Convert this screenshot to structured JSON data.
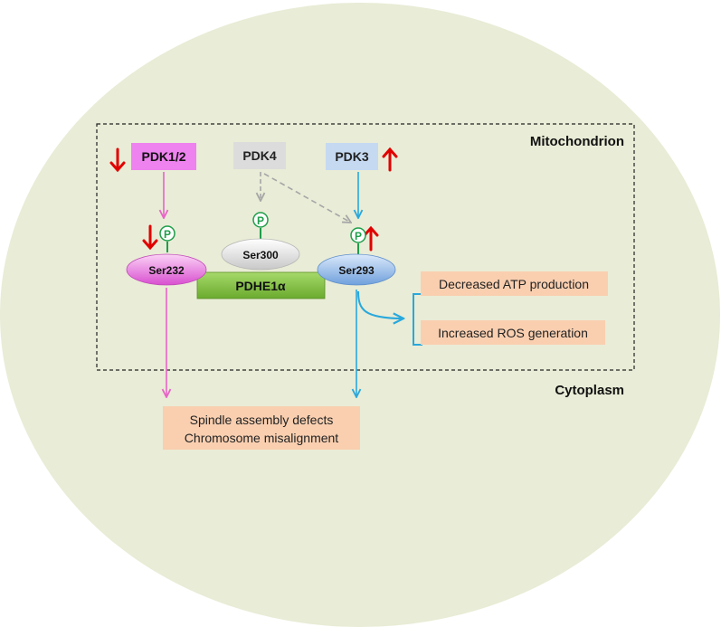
{
  "labels": {
    "mitochondrion": "Mitochondrion",
    "cytoplasm": "Cytoplasm",
    "pdk12": "PDK1/2",
    "pdk4": "PDK4",
    "pdk3": "PDK3",
    "pdhe1a": "PDHE1α",
    "ser232": "Ser232",
    "ser300": "Ser300",
    "ser293": "Ser293",
    "phospho": "P",
    "decreased_atp": "Decreased ATP production",
    "increased_ros": "Increased ROS generation",
    "spindle_defects": "Spindle assembly defects",
    "chromosome_misalignment": "Chromosome misalignment"
  },
  "colors": {
    "cell": "#e9ecd6",
    "pdk12": "#ee82ee",
    "pdk4": "#dcdcdc",
    "pdk3": "#c5d9f1",
    "pdhe1a": "#8dc63f",
    "ser232": "#e86fe0",
    "ser300": "#e6e6e6",
    "ser293": "#8fb8e8",
    "outcome_box": "#f9cfb0",
    "pink_arrow": "#e864c8",
    "blue_arrow": "#29a8dc",
    "gray_arrow": "#a6a6a6",
    "red_arrow": "#e00000",
    "phospho_green": "#1e9e4a"
  }
}
